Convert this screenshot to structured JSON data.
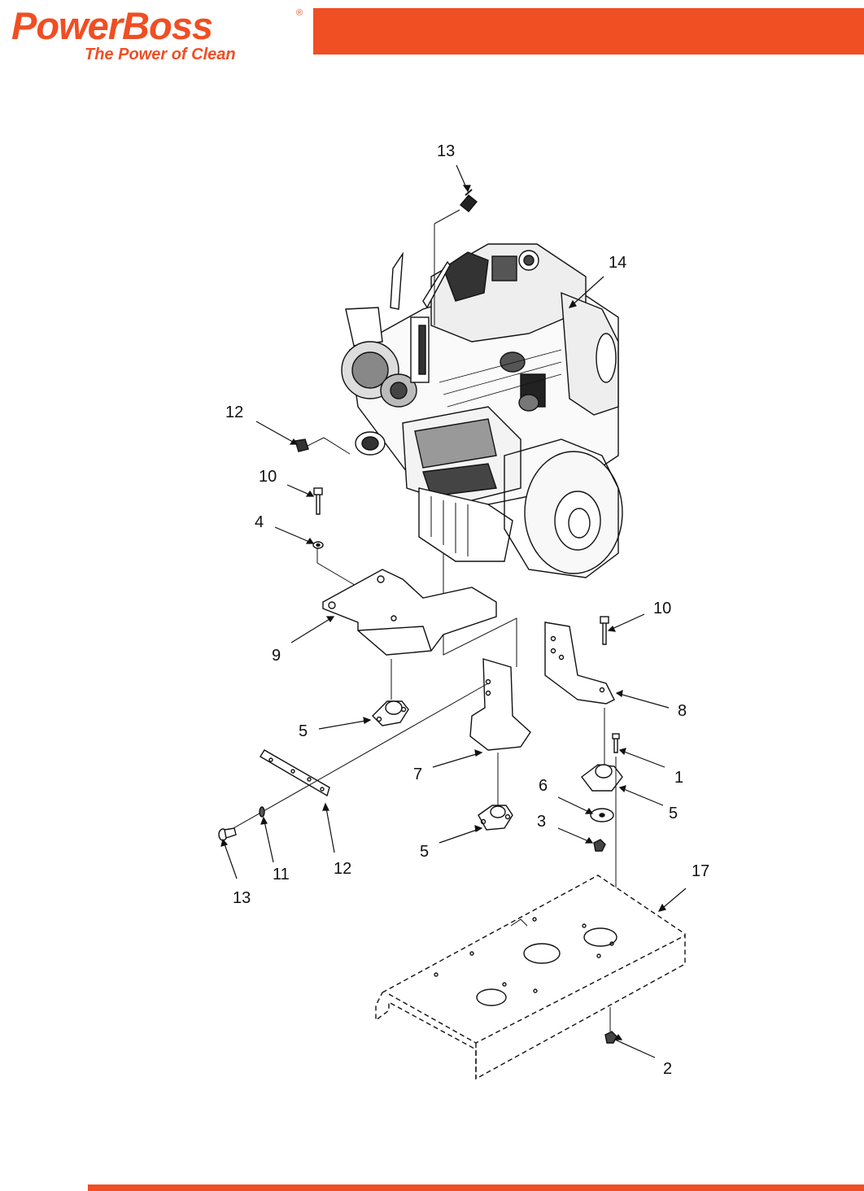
{
  "brand": {
    "name": "PowerBoss",
    "registered": "®",
    "tagline": "The Power of Clean",
    "color": "#f04e23"
  },
  "callouts": {
    "c13_top": "13",
    "c14": "14",
    "c12_left": "12",
    "c10_left": "10",
    "c4": "4",
    "c9": "9",
    "c5_a": "5",
    "c10_right": "10",
    "c8": "8",
    "c7": "7",
    "c1": "1",
    "c6": "6",
    "c5_b": "5",
    "c3": "3",
    "c5_c": "5",
    "c12_bottom": "12",
    "c11": "11",
    "c13_bottom": "13",
    "c17": "17",
    "c2": "2"
  }
}
